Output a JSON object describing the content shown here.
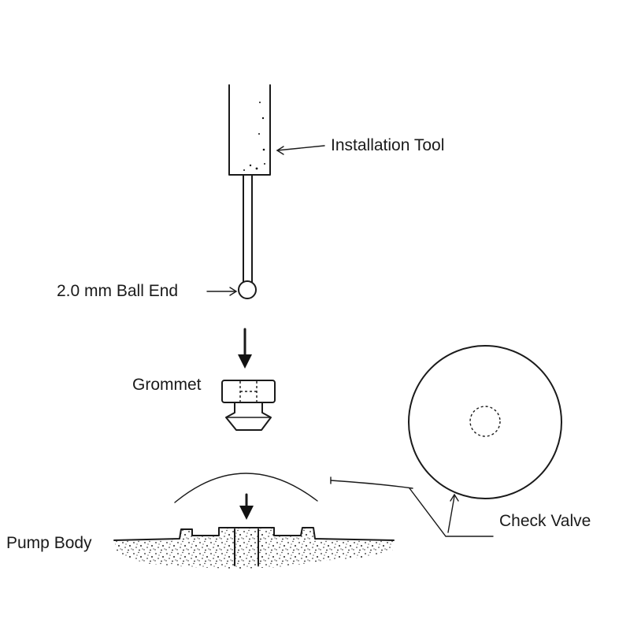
{
  "labels": {
    "installation_tool": "Installation Tool",
    "ball_end": "2.0 mm Ball End",
    "grommet": "Grommet",
    "pump_body": "Pump Body",
    "check_valve": "Check Valve"
  },
  "colors": {
    "ink": "#1a1a1a",
    "background": "#ffffff"
  }
}
